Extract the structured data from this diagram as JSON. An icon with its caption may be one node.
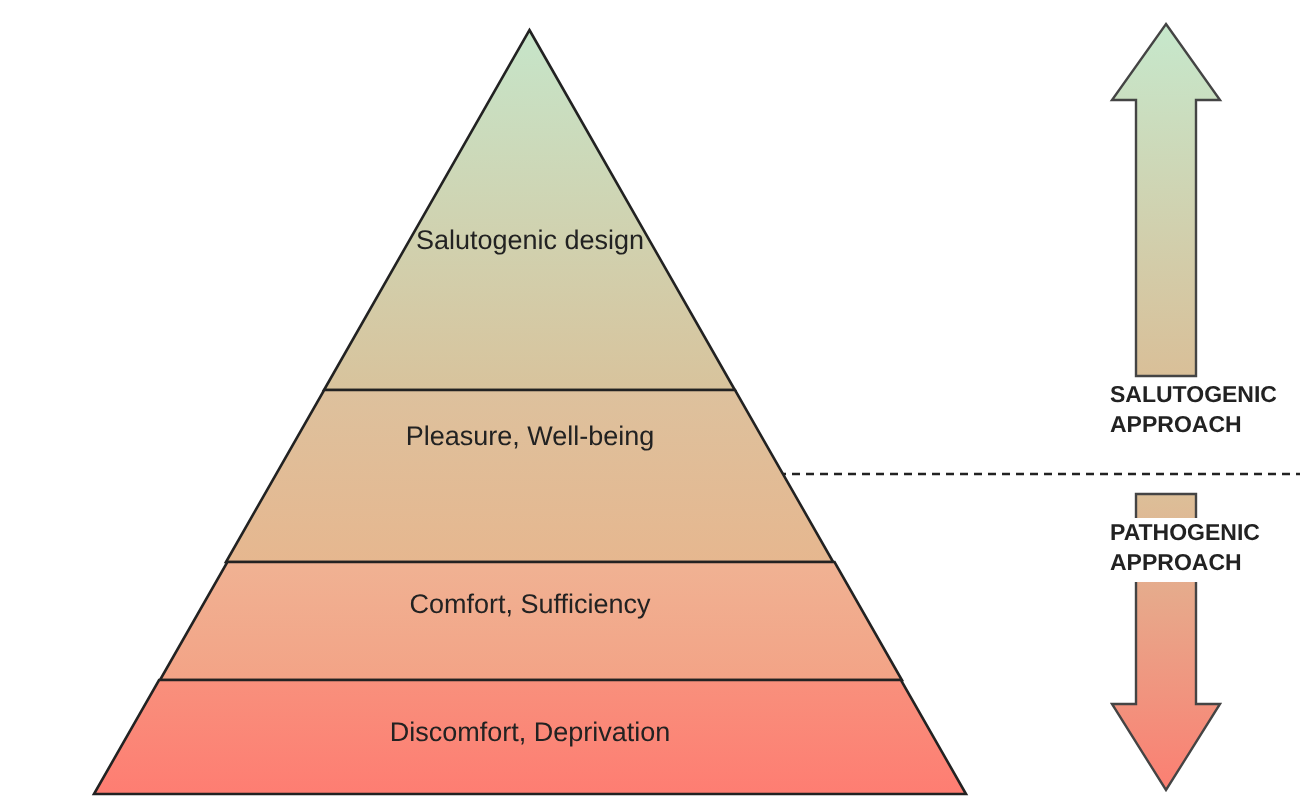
{
  "diagram": {
    "nodes": [
      {
        "text": [
          "Salutogenic design"
        ]
      },
      {
        "text": [
          "Pleasure, Well-being"
        ]
      },
      {
        "text": [
          "Comfort, Sufficiency"
        ]
      },
      {
        "text": [
          "Discomfort, Deprivation"
        ]
      }
    ],
    "labels": [
      "SALUTOGENIC APPROACH",
      "PATHOGENIC APPROACH"
    ]
  }
}
